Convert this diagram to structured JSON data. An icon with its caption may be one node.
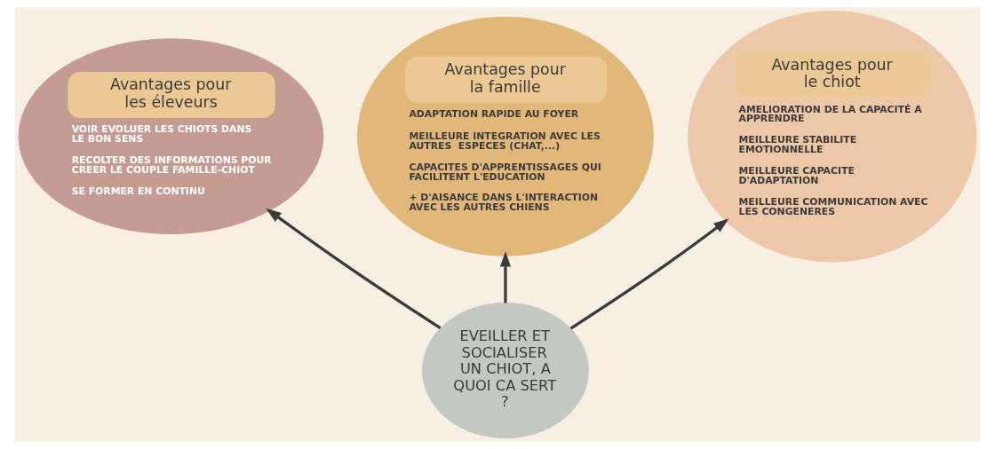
{
  "diagram": {
    "nodes": [
      {
        "text": [
          "Avantages pour les éleveurs",
          "VOIR EVOLUER LES CHIOTS DANS LE BON SENS",
          "RECOLTER DES INFORMATIONS POUR CREER LE COUPLE FAMILLE-CHIOT",
          "SE FORMER EN CONTINU"
        ]
      },
      {
        "text": [
          "Avantages pour la famille",
          "ADAPTATION RAPIDE AU FOYER",
          "MEILLEURE INTEGRATION AVEC LES AUTRES  ESPECES (CHAT,...)",
          "CAPACITES D'APPRENTISSAGES QUI FACILITENT L'EDUCATION",
          "+ D'AISANCE DANS L'INTERACTION AVEC LES AUTRES CHIENS"
        ]
      },
      {
        "text": [
          "Avantages pour le chiot",
          "AMELIORATION DE LA CAPACITÉ A APPRENDRE",
          "MEILLEURE STABILITE EMOTIONNELLE",
          "MEILLEURE CAPACITE D'ADAPTATION",
          "MEILLEURE COMMUNICATION AVEC LES CONGENERES"
        ]
      },
      {
        "text": [
          "EVEILLER ET SOCIALISER UN CHIOT, A QUOI CA SERT ?"
        ]
      }
    ],
    "edges": [
      {
        "from": 3,
        "to": 0,
        "arrow": "to"
      },
      {
        "from": 3,
        "to": 1,
        "arrow": "to"
      },
      {
        "from": 3,
        "to": 2,
        "arrow": "to"
      }
    ]
  }
}
